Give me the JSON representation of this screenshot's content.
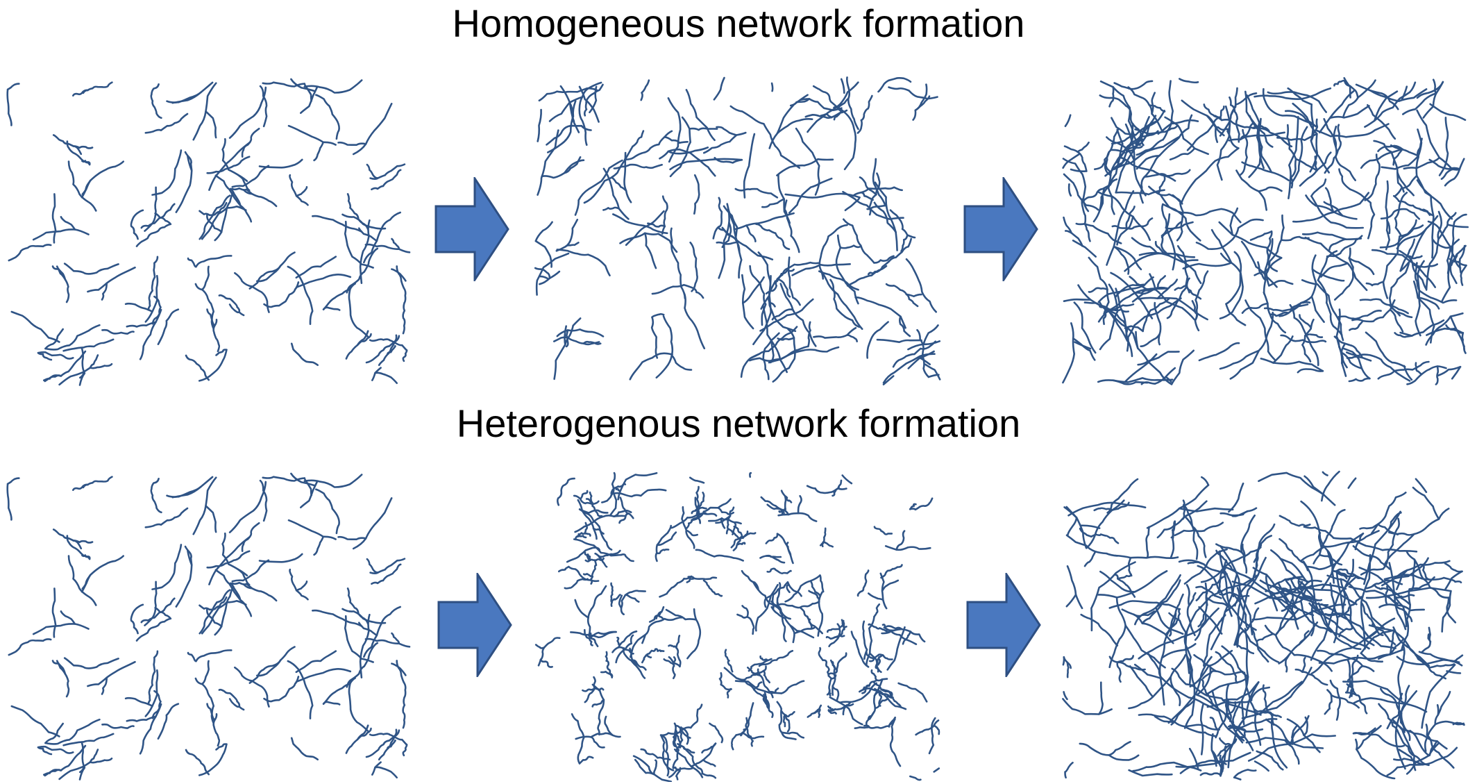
{
  "rows": [
    {
      "title": "Homogeneous network formation",
      "stages": 3
    },
    {
      "title": "Heterogenous network formation",
      "stages": 3
    }
  ],
  "colors": {
    "fiber": "#2f5486",
    "arrow_fill": "#4a78bf",
    "arrow_stroke": "#2e4f82"
  },
  "icons": [
    "right-arrow-icon"
  ]
}
